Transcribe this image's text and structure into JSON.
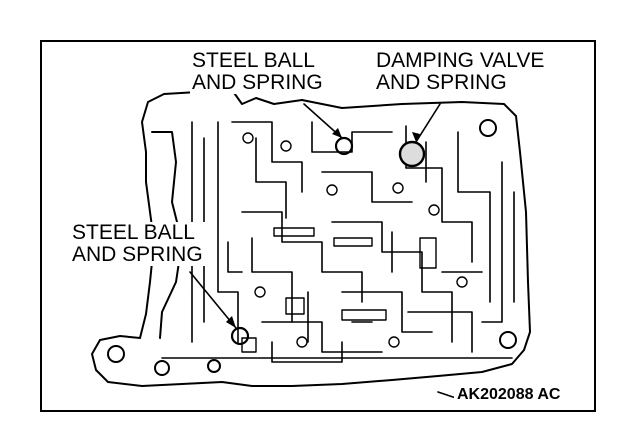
{
  "labels": {
    "steel_ball_top": [
      "STEEL BALL",
      "AND SPRING"
    ],
    "damping_valve": [
      "DAMPING VALVE",
      "AND SPRING"
    ],
    "steel_ball_left": [
      "STEEL BALL",
      "AND SPRING"
    ]
  },
  "figure_code": "AK202088 AC"
}
